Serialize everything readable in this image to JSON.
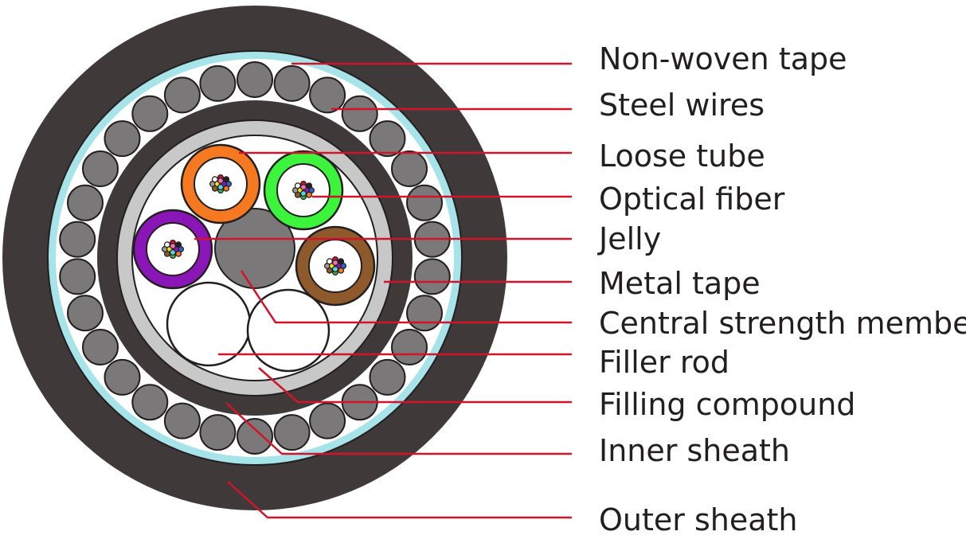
{
  "colors": {
    "outer_sheath": "#3f3939",
    "non_woven_tape": "#a6e4ea",
    "steel_wire": "#7a7878",
    "inner_sheath": "#3f3939",
    "metal_tape": "#c9c8c8",
    "central_strength_member": "#7a7878",
    "leader_line": "#d2142a",
    "label_text": "#231f20"
  },
  "tubes": [
    {
      "name": "tube-orange",
      "color": "#f47920"
    },
    {
      "name": "tube-green",
      "color": "#3df43d"
    },
    {
      "name": "tube-purple",
      "color": "#8a16b8"
    },
    {
      "name": "tube-brown",
      "color": "#8f5a2b"
    }
  ],
  "fiber_colors": [
    "#2c63c9",
    "#f47920",
    "#3cb44b",
    "#8f5a2b",
    "#9a9a9a",
    "#ffffff",
    "#d2142a",
    "#231f20",
    "#f2e21c",
    "#8a16b8",
    "#ef6fb0",
    "#4fd6e0"
  ],
  "labels": [
    {
      "key": "non_woven_tape",
      "text": "Non-woven tape"
    },
    {
      "key": "steel_wires",
      "text": "Steel wires"
    },
    {
      "key": "loose_tube",
      "text": "Loose tube"
    },
    {
      "key": "optical_fiber",
      "text": "Optical fiber"
    },
    {
      "key": "jelly",
      "text": "Jelly"
    },
    {
      "key": "metal_tape",
      "text": "Metal tape"
    },
    {
      "key": "central_strength_member",
      "text": "Central strength member"
    },
    {
      "key": "filler_rod",
      "text": "Filler rod"
    },
    {
      "key": "filling_compound",
      "text": "Filling compound"
    },
    {
      "key": "inner_sheath",
      "text": "Inner sheath"
    },
    {
      "key": "outer_sheath",
      "text": "Outer sheath"
    }
  ]
}
